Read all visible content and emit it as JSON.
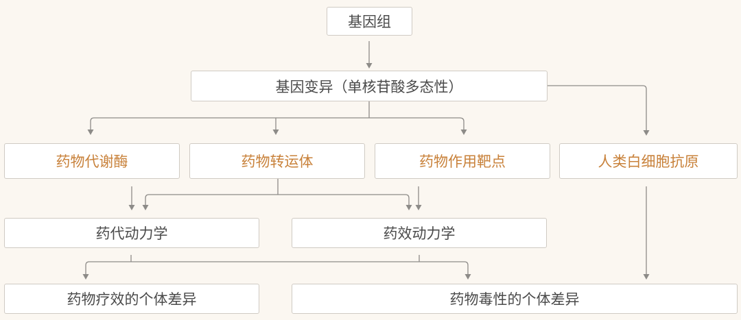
{
  "nodes": {
    "genome": "基因组",
    "variation": "基因变异（单核苷酸多态性）",
    "metabolism": "药物代谢酶",
    "transporter": "药物转运体",
    "target": "药物作用靶点",
    "hla": "人类白细胞抗原",
    "pk": "药代动力学",
    "pd": "药效动力学",
    "efficacy": "药物疗效的个体差异",
    "toxicity": "药物毒性的个体差异"
  },
  "colors": {
    "background": "#fbf7f1",
    "box_border": "#cfcac3",
    "text_dark": "#4a4a4a",
    "text_accent": "#c8813a",
    "connector": "#8d8b88"
  }
}
